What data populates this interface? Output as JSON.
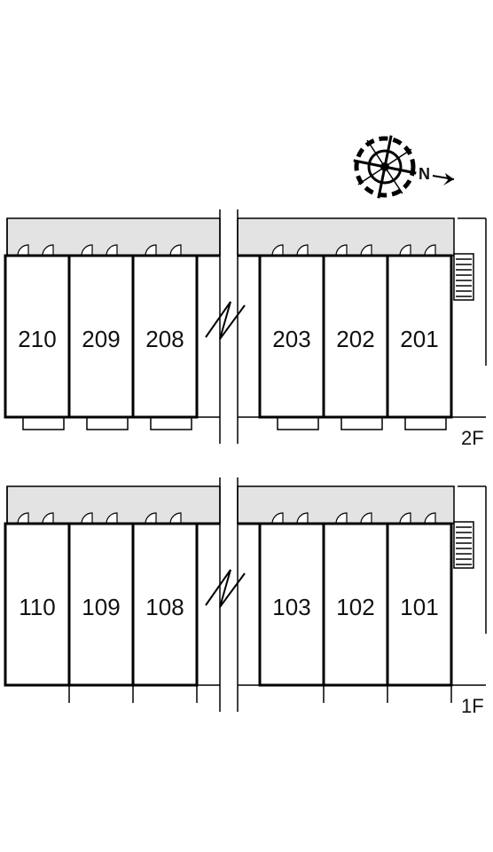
{
  "compass": {
    "label": "N",
    "icon": "north-arrow-compass-icon"
  },
  "floors": [
    {
      "id": "floor-2",
      "label": "2F",
      "left_units": [
        "210",
        "209",
        "208"
      ],
      "right_units": [
        "203",
        "202",
        "201"
      ],
      "has_balconies": true
    },
    {
      "id": "floor-1",
      "label": "1F",
      "left_units": [
        "110",
        "109",
        "108"
      ],
      "right_units": [
        "103",
        "102",
        "101"
      ],
      "has_balconies": false
    }
  ],
  "colors": {
    "corridor": "#e3e3e3",
    "wall": "#000000",
    "background": "#ffffff"
  }
}
